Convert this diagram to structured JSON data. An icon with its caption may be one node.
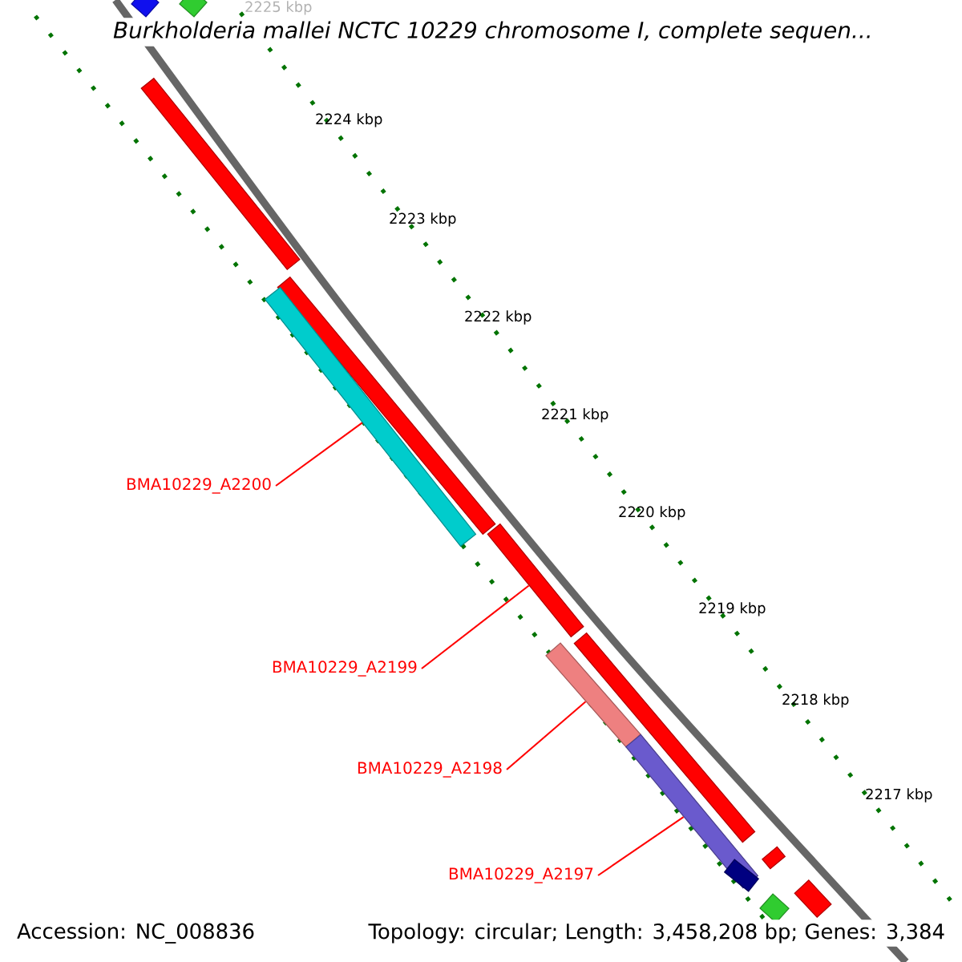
{
  "diagram": {
    "title": "*Burkholderia mallei* NCTC 10229 chromosome I, complete sequen...",
    "nodes": [
      {
        "text": [
          "BMA10229_A2200"
        ]
      },
      {
        "text": [
          "BMA10229_A2199"
        ]
      },
      {
        "text": [
          "BMA10229_A2198"
        ]
      },
      {
        "text": [
          "BMA10229_A2197"
        ]
      },
      {
        "text": [],
        "shape": "bar"
      },
      {
        "text": [],
        "shape": "bar"
      },
      {
        "text": [],
        "shape": "bar"
      },
      {
        "text": [],
        "shape": "bar"
      },
      {
        "text": [],
        "shape": "bar"
      },
      {
        "text": [],
        "shape": "bar"
      },
      {
        "text": [],
        "shape": "bar"
      },
      {
        "text": [],
        "shape": "bar"
      },
      {
        "text": [],
        "shape": "bar"
      },
      {
        "text": [],
        "shape": "bar"
      },
      {
        "text": [],
        "shape": "bar"
      },
      {
        "text": [],
        "shape": "bar"
      },
      {
        "text": [],
        "shape": "bar"
      }
    ],
    "edges": [
      {
        "from": 0,
        "to": 4,
        "arrow": "none"
      },
      {
        "from": 1,
        "to": 5,
        "arrow": "none"
      },
      {
        "from": 2,
        "to": 6,
        "arrow": "none"
      },
      {
        "from": 3,
        "to": 7,
        "arrow": "none"
      }
    ],
    "labels": [
      "2225 kbp",
      "2224 kbp",
      "2223 kbp",
      "2222 kbp",
      "2221 kbp",
      "2220 kbp",
      "2219 kbp",
      "2218 kbp",
      "2217 kbp",
      "Accession: NC_008836",
      "Topology: circular; Length: 3,458,208 bp; Genes: 3,384"
    ]
  }
}
